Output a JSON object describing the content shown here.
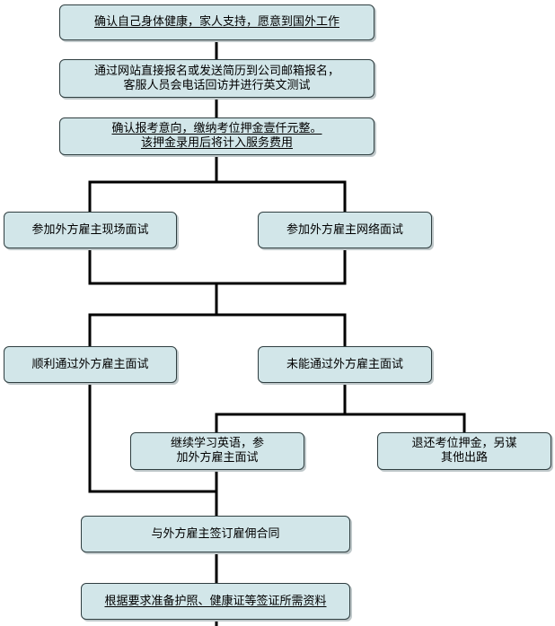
{
  "flowchart": {
    "line_color": "#000000",
    "box_fill": "#d2e6e9",
    "box_border": "#2f3e40",
    "steps": {
      "step1": "确认自己身体健康，家人支持，愿意到国外工作",
      "step2": "通过网站直接报名或发送简历到公司邮箱报名，\n客服人员会电话回访并进行英文测试",
      "step3": "确认报考意向，缴纳考位押金壹仟元整。\n该押金录用后将计入服务费用",
      "onsite_interview": "参加外方雇主现场面试",
      "online_interview": "参加外方雇主网络面试",
      "passed": "顺利通过外方雇主面试",
      "failed": "未能通过外方雇主面试",
      "retry": "继续学习英语，参\n加外方雇主面试",
      "refund": "退还考位押金，另谋\n其他出路",
      "contract": "与外方雇主签订雇佣合同",
      "documents": "根据要求准备护照、健康证等签证所需资料"
    }
  }
}
